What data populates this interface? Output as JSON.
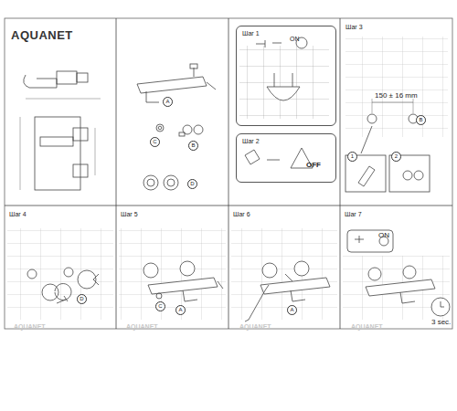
{
  "diagram": {
    "nodes": [
      {
        "text": [
          "Шаг 1",
          "ON"
        ]
      },
      {
        "text": [
          "Шаг 2",
          "OFF"
        ]
      }
    ],
    "labels": [
      "AQUANET",
      "A",
      "B",
      "C",
      "D",
      "Шаг 3",
      "150 ± 16 mm",
      "B",
      "1",
      "2",
      "Шаг 4",
      "D",
      "Шаг 5",
      "C",
      "A",
      "Шаг 6",
      "A",
      "Шаг 7",
      "ON",
      "3 sec.",
      "AQUANET",
      "AQUANET",
      "AQUANET",
      "AQUANET"
    ]
  }
}
